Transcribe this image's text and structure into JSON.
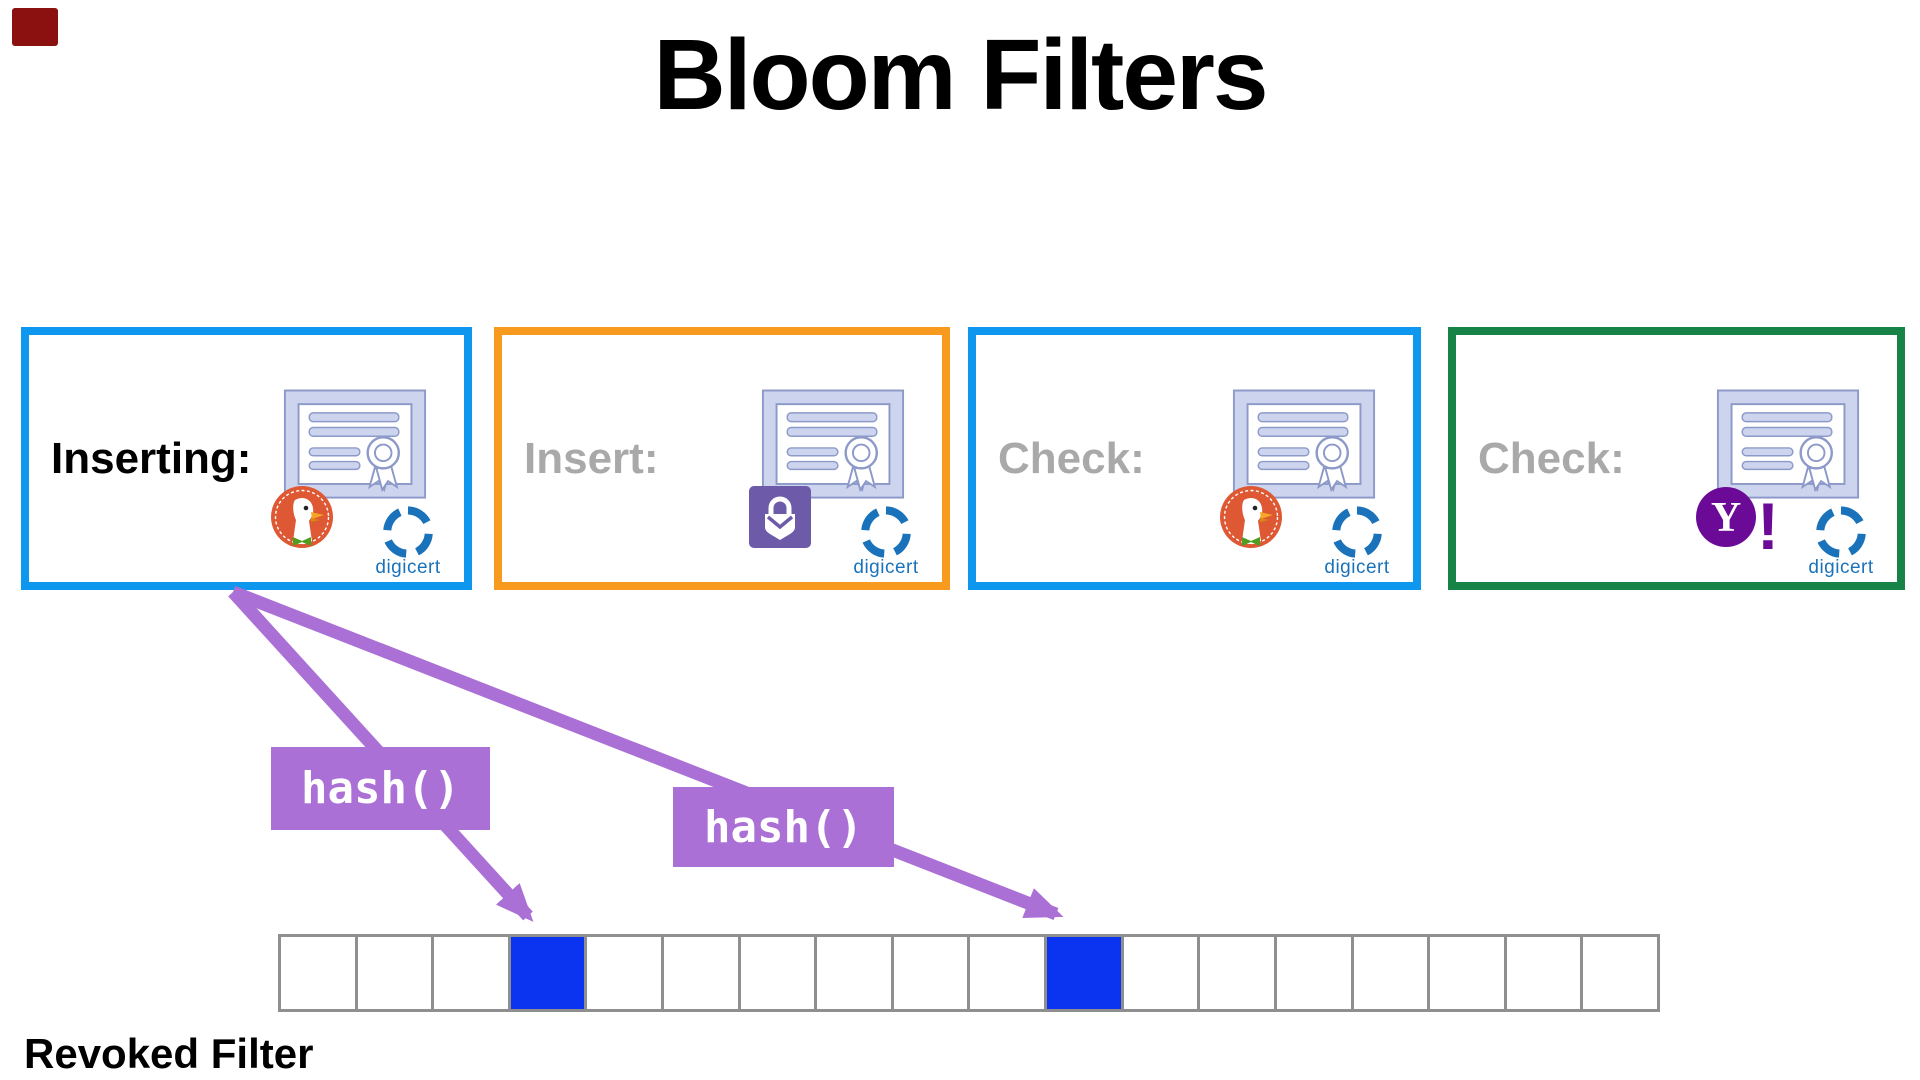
{
  "title": "Bloom Filters",
  "footer_label": "Revoked Filter",
  "digicert_label": "digicert",
  "hash_labels": [
    "hash()",
    "hash()"
  ],
  "boxes": [
    {
      "label": "Inserting:",
      "brand": "duckduckgo",
      "state": "active"
    },
    {
      "label": "Insert:",
      "brand": "protonmail",
      "state": "muted"
    },
    {
      "label": "Check:",
      "brand": "duckduckgo",
      "state": "muted"
    },
    {
      "label": "Check:",
      "brand": "yahoo",
      "state": "muted"
    }
  ],
  "yahoo_glyphs": {
    "y": "Y",
    "bang": "!"
  },
  "bit_array": {
    "cell_count": 18,
    "filled_indices": [
      3,
      10
    ]
  },
  "colors": {
    "box_borders": [
      "#0e97ef",
      "#f79a1d",
      "#0e97ef",
      "#178347"
    ],
    "active_label": "#000000",
    "inactive_label": "#a9a9a9",
    "hash_purple": "#ab70d6",
    "filled_cell_blue": "#0a34f0",
    "digicert_blue": "#1a73ba",
    "cert_periwinkle": "#ccd4ee",
    "duckduckgo_red": "#de5833",
    "proton_purple": "#6d5aa8",
    "yahoo_purple": "#6b0a96",
    "corner_marker_red": "#8b1111",
    "array_border_gray": "#8f8f8f"
  }
}
